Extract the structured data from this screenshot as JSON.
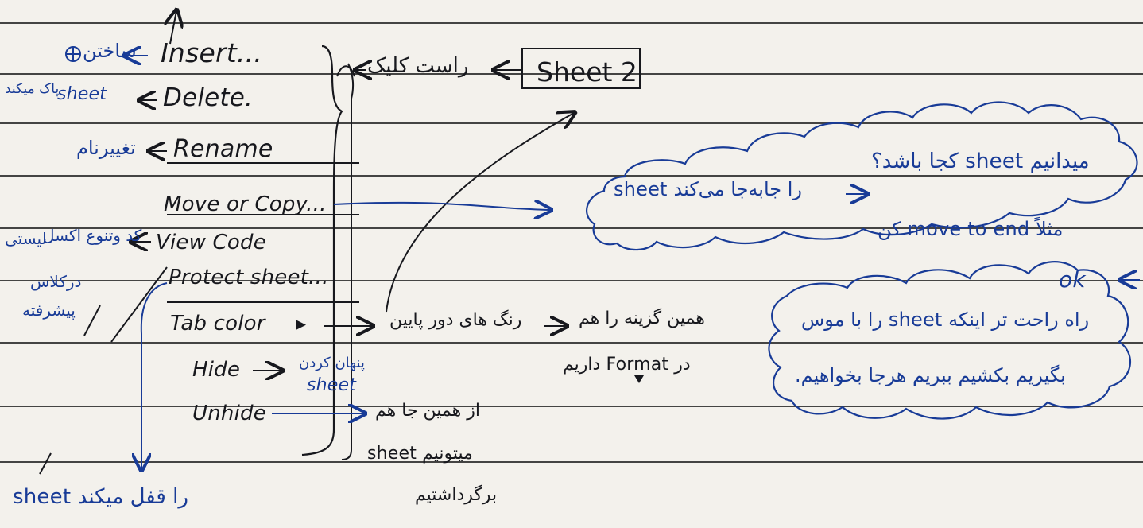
{
  "menu": {
    "insert": "Insert...",
    "delete": "Delete.",
    "rename": "Rename",
    "move_or_copy": "Move or Copy...",
    "view_code": "View Code",
    "protect_sheet": "Protect sheet...",
    "tab_color": "Tab color",
    "hide": "Hide",
    "unhide": "Unhide"
  },
  "left_notes": {
    "insert": "ساختن",
    "delete_sheet_word": "sheet",
    "delete": "پاک میکند",
    "rename": "تغییرنام",
    "view_code": "کد وتنوع اکسل",
    "view_code_line2": "لیستی",
    "advanced_1": "درکلاس",
    "advanced_2": "پیشرفته",
    "protect_bottom": "sheet را قفل میکند"
  },
  "sheet_tab": {
    "label": "Sheet 2",
    "note": "راست کلیک"
  },
  "middle_notes": {
    "tab_color": "رنگ های دور پایین",
    "format_line1": "همین گزینه را هم",
    "format_line2": "در Format داریم",
    "hide_line1": "پنهان کردن",
    "hide_line2": "sheet",
    "unhide_line1": "از همین جا هم",
    "unhide_line2": "میتونیم sheet",
    "unhide_line3": "برگرداشتیم"
  },
  "cloud_top": {
    "line1": "میدانیم sheet کجا باشد؟",
    "line1_note": "sheet را جابه‌جا می‌کند",
    "line2": "مثلاً move to end کن",
    "ok": "ok"
  },
  "cloud_bottom": {
    "line1": "راه راحت تر اینکه sheet را با موس",
    "line2": "بگیریم بکشیم ببریم هرجا بخواهیم."
  },
  "colors": {
    "paper": "#f3f1ec",
    "black_ink": "#17181d",
    "blue_ink": "#183b97",
    "rule": "#1d1d1d"
  }
}
